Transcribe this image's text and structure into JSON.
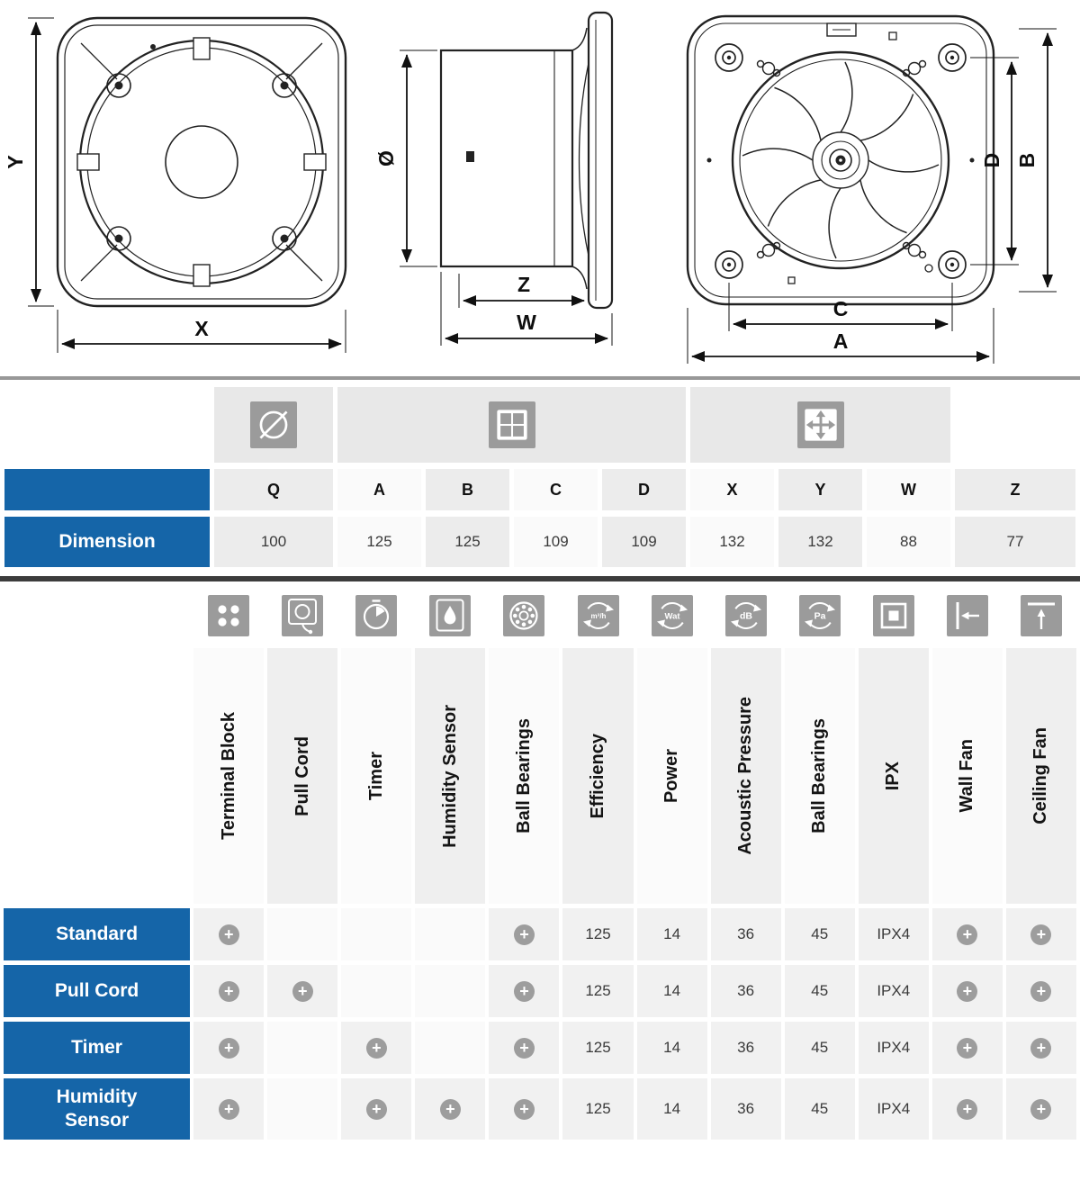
{
  "drawings": {
    "front": {
      "x_label": "X",
      "y_label": "Y"
    },
    "side": {
      "diameter_label": "Ø",
      "z_label": "Z",
      "w_label": "W"
    },
    "back": {
      "a_label": "A",
      "b_label": "B",
      "c_label": "C",
      "d_label": "D"
    }
  },
  "dimension_table": {
    "icons": [
      {
        "name": "diameter-icon"
      },
      {
        "name": "screw-holes-icon"
      },
      {
        "name": "expand-icon"
      }
    ],
    "row_label": "Dimension",
    "columns": [
      "Q",
      "A",
      "B",
      "C",
      "D",
      "X",
      "Y",
      "W",
      "Z"
    ],
    "values": [
      "100",
      "125",
      "125",
      "109",
      "109",
      "132",
      "132",
      "88",
      "77"
    ]
  },
  "features_table": {
    "columns": [
      {
        "label": "Terminal Block",
        "icon": "terminal-block-icon"
      },
      {
        "label": "Pull Cord",
        "icon": "pull-cord-icon"
      },
      {
        "label": "Timer",
        "icon": "timer-icon"
      },
      {
        "label": "Humidity Sensor",
        "icon": "humidity-sensor-icon"
      },
      {
        "label": "Ball Bearings",
        "icon": "ball-bearings-icon"
      },
      {
        "label": "Efficiency",
        "icon": "efficiency-icon",
        "icon_text": "m³/h"
      },
      {
        "label": "Power",
        "icon": "power-icon",
        "icon_text": "Wat"
      },
      {
        "label": "Acoustic Pressure",
        "icon": "acoustic-pressure-icon",
        "icon_text": "dB"
      },
      {
        "label": "Ball Bearings",
        "icon": "pressure-icon",
        "icon_text": "Pa"
      },
      {
        "label": "IPX",
        "icon": "ipx-icon"
      },
      {
        "label": "Wall Fan",
        "icon": "wall-fan-icon"
      },
      {
        "label": "Ceiling Fan",
        "icon": "ceiling-fan-icon"
      }
    ],
    "plus_symbol": "+",
    "rows": [
      {
        "label": "Standard",
        "cells": [
          "+",
          "",
          "",
          "",
          "+",
          "125",
          "14",
          "36",
          "45",
          "IPX4",
          "+",
          "+"
        ]
      },
      {
        "label": "Pull Cord",
        "cells": [
          "+",
          "+",
          "",
          "",
          "+",
          "125",
          "14",
          "36",
          "45",
          "IPX4",
          "+",
          "+"
        ]
      },
      {
        "label": "Timer",
        "cells": [
          "+",
          "",
          "+",
          "",
          "+",
          "125",
          "14",
          "36",
          "45",
          "IPX4",
          "+",
          "+"
        ]
      },
      {
        "label": "Humidity Sensor",
        "cells": [
          "+",
          "",
          "+",
          "+",
          "+",
          "125",
          "14",
          "36",
          "45",
          "IPX4",
          "+",
          "+"
        ]
      }
    ]
  },
  "colors": {
    "header_blue": "#1565a8",
    "icon_gray": "#9b9b9b",
    "cell_gray": "#f1f1f1",
    "divider_dark": "#3c3c3c"
  }
}
